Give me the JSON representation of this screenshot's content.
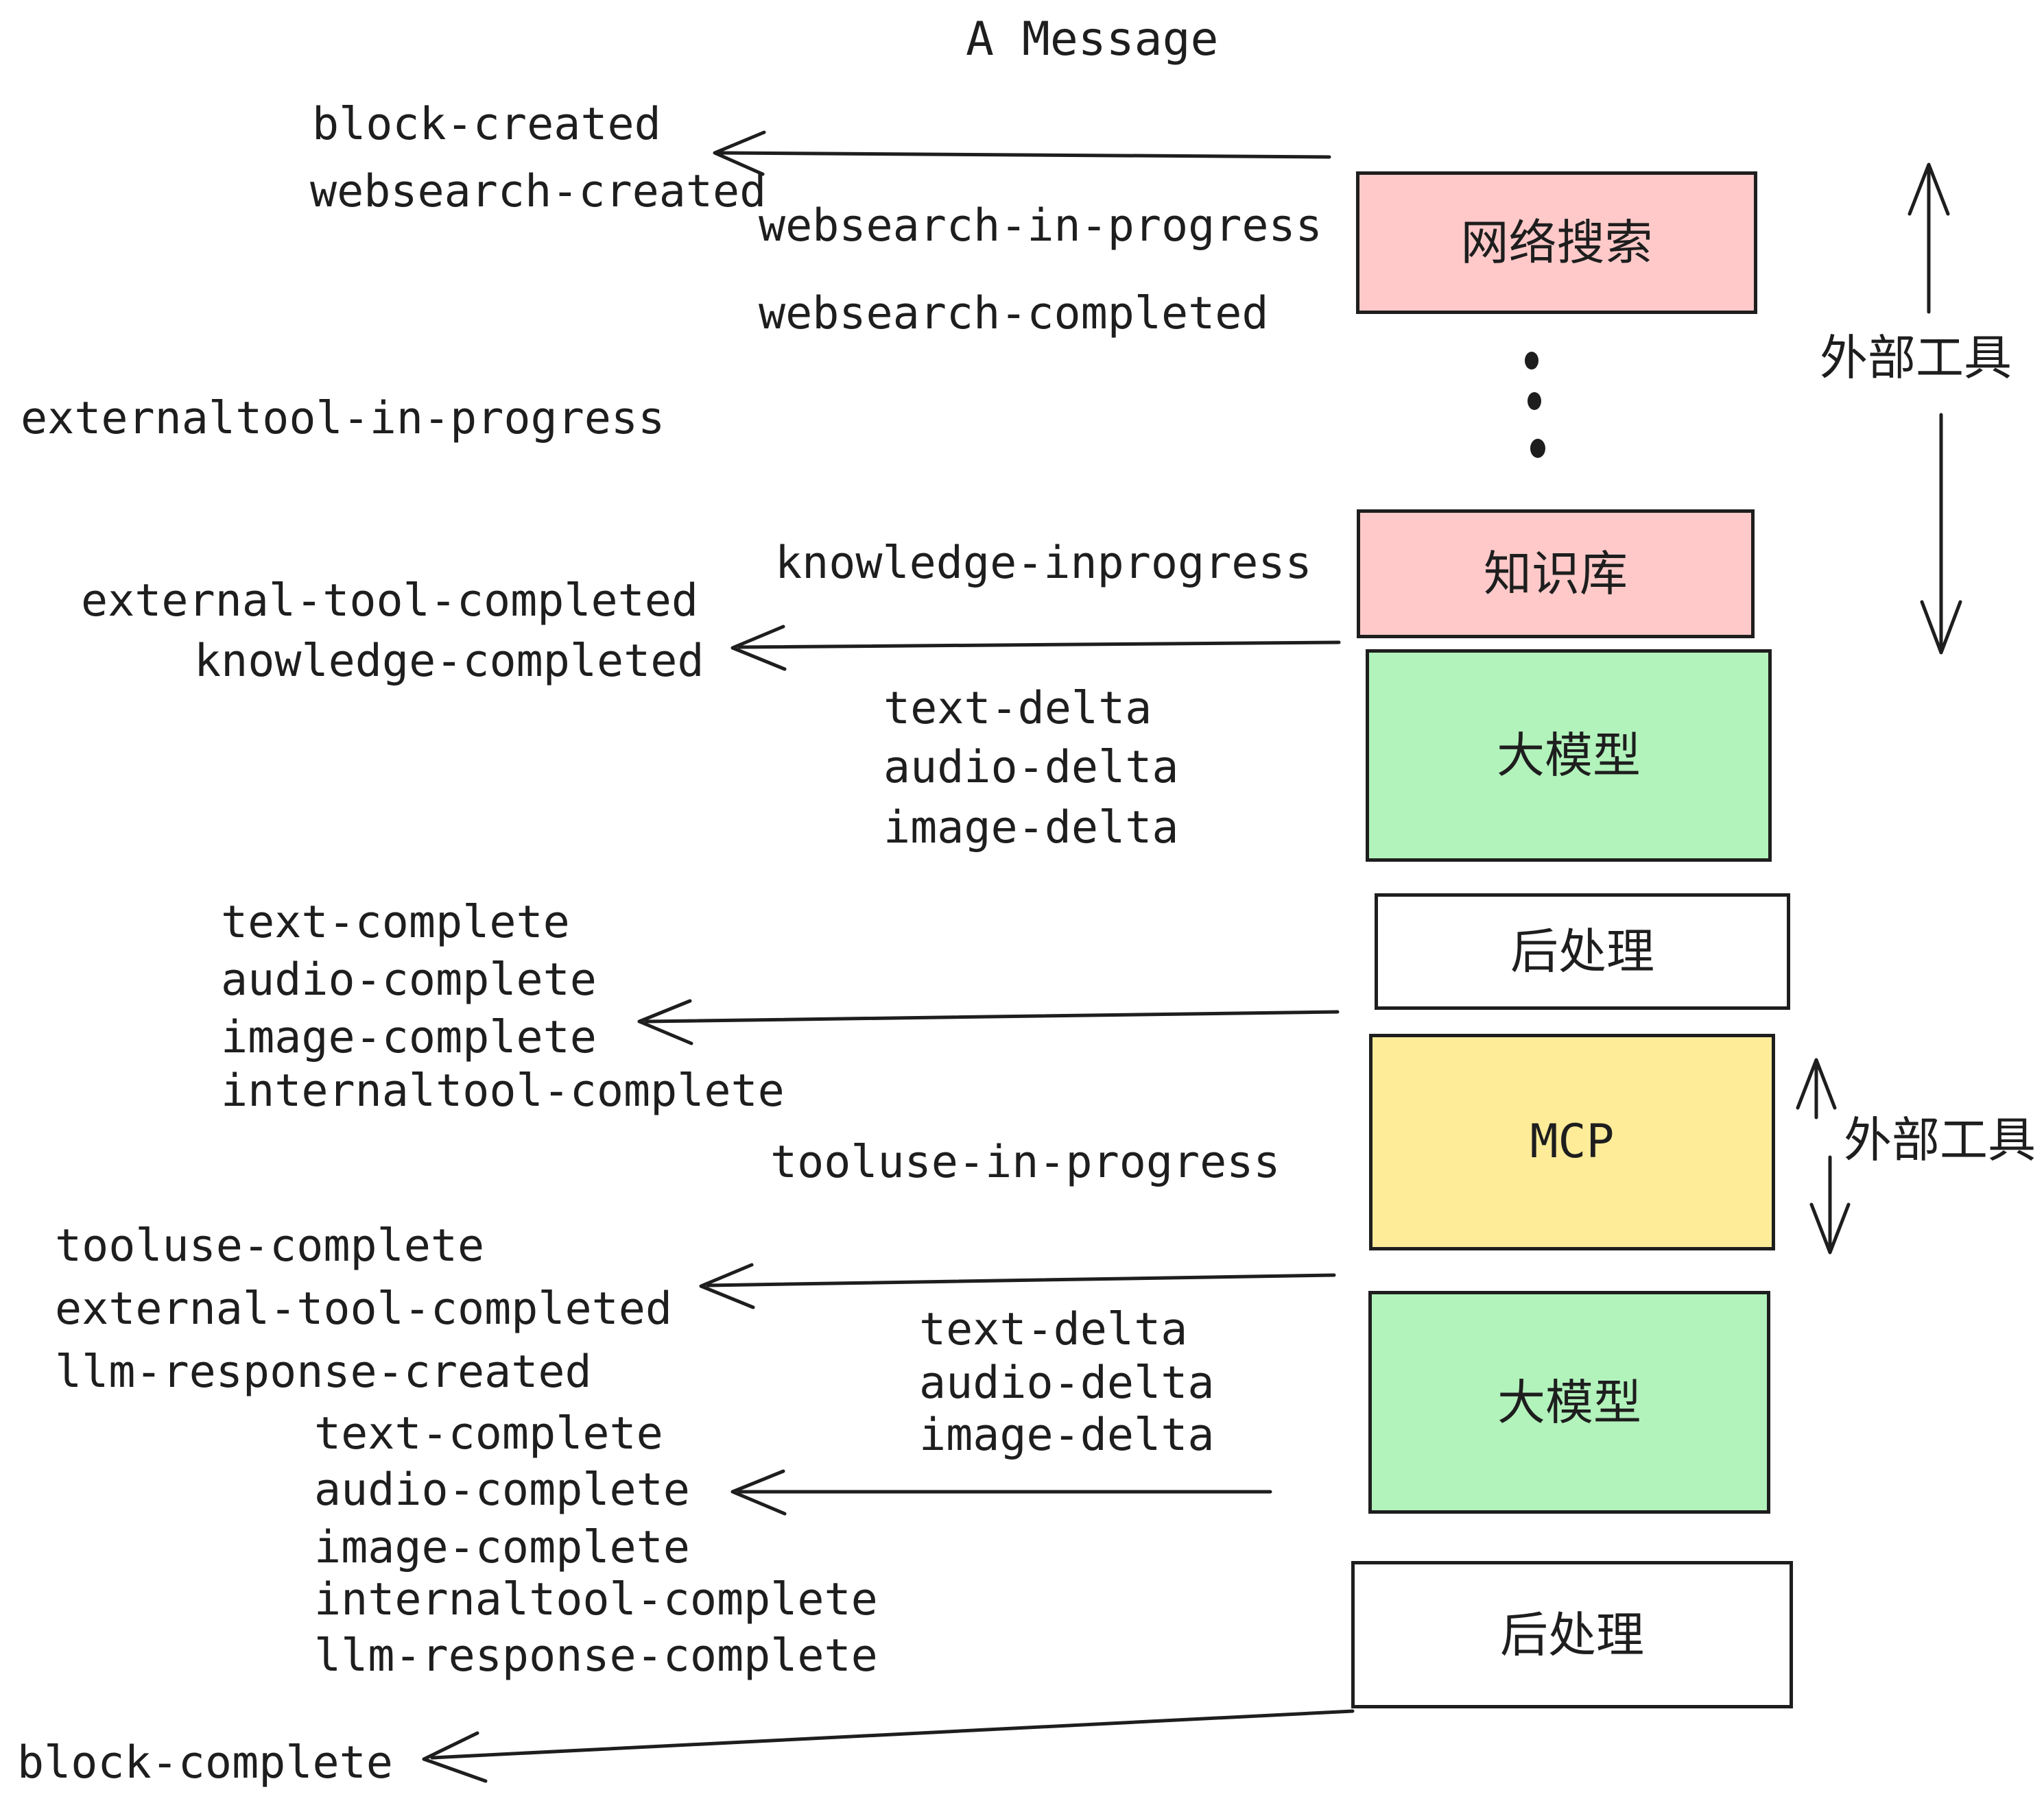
{
  "title": "A Message",
  "colors": {
    "pink": "#ffc9c9",
    "green": "#b2f2bb",
    "yellow": "#ffec99",
    "white": "#ffffff",
    "ink": "#1e1e1e"
  },
  "boxes": {
    "websearch": {
      "label": "网络搜索",
      "color": "pink"
    },
    "knowledge": {
      "label": "知识库",
      "color": "pink"
    },
    "llm1": {
      "label": "大模型",
      "color": "green"
    },
    "post1": {
      "label": "后处理",
      "color": "white"
    },
    "mcp": {
      "label": "MCP",
      "color": "yellow"
    },
    "llm2": {
      "label": "大模型",
      "color": "green"
    },
    "post2": {
      "label": "后处理",
      "color": "white"
    }
  },
  "side_labels": {
    "external_tools_1": "外部工具",
    "external_tools_2": "外部工具"
  },
  "events": {
    "block_created": "block-created",
    "websearch_created": "websearch-created",
    "websearch_in_progress": "websearch-in-progress",
    "websearch_completed": "websearch-completed",
    "externaltool_in_progress": "externaltool-in-progress",
    "knowledge_inprogress": "knowledge-inprogress",
    "external_tool_completed_1": "external-tool-completed",
    "knowledge_completed": "knowledge-completed",
    "text_delta_1": "text-delta",
    "audio_delta_1": "audio-delta",
    "image_delta_1": "image-delta",
    "text_complete_1": "text-complete",
    "audio_complete_1": "audio-complete",
    "image_complete_1": "image-complete",
    "internaltool_complete_1": "internaltool-complete",
    "tooluse_in_progress": "tooluse-in-progress",
    "tooluse_complete": "tooluse-complete",
    "external_tool_completed_2": "external-tool-completed",
    "llm_response_created": "llm-response-created",
    "text_delta_2": "text-delta",
    "audio_delta_2": "audio-delta",
    "image_delta_2": "image-delta",
    "text_complete_2": "text-complete",
    "audio_complete_2": "audio-complete",
    "image_complete_2": "image-complete",
    "internaltool_complete_2": "internaltool-complete",
    "llm_response_complete": "llm-response-complete",
    "block_complete": "block-complete"
  }
}
